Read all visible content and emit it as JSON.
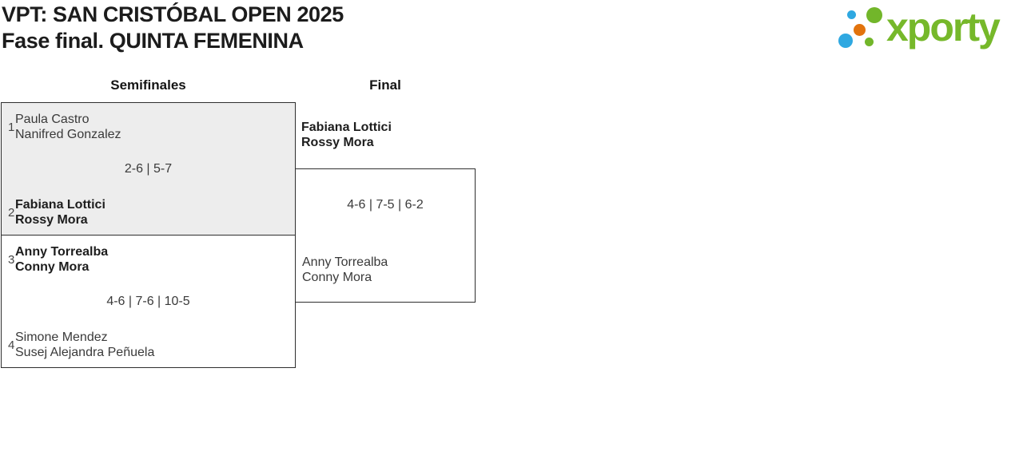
{
  "header": {
    "title": "VPT: SAN CRISTÓBAL OPEN 2025",
    "subtitle": "Fase final. QUINTA FEMENINA"
  },
  "logo": {
    "brand": "xporty",
    "colors": {
      "green": "#76b82a",
      "blue": "#2fa8e1",
      "orange": "#e2730d"
    }
  },
  "bracket": {
    "rounds": [
      {
        "label": "Semifinales"
      },
      {
        "label": "Final"
      }
    ],
    "semifinals": [
      {
        "team1": {
          "seed": "1",
          "players": [
            "Paula Castro",
            "Nanifred Gonzalez"
          ],
          "winner": false
        },
        "score": "2-6 | 5-7",
        "team2": {
          "seed": "2",
          "players": [
            "Fabiana Lottici",
            "Rossy Mora"
          ],
          "winner": true
        }
      },
      {
        "team1": {
          "seed": "3",
          "players": [
            "Anny Torrealba",
            "Conny Mora"
          ],
          "winner": true
        },
        "score": "4-6 | 7-6 | 10-5",
        "team2": {
          "seed": "4",
          "players": [
            "Simone Mendez",
            "Susej Alejandra Peñuela"
          ],
          "winner": false
        }
      }
    ],
    "final": {
      "team1": {
        "players": [
          "Fabiana Lottici",
          "Rossy Mora"
        ],
        "winner": true
      },
      "score": "4-6 | 7-5 | 6-2",
      "team2": {
        "players": [
          "Anny Torrealba",
          "Conny Mora"
        ],
        "winner": false
      }
    }
  }
}
